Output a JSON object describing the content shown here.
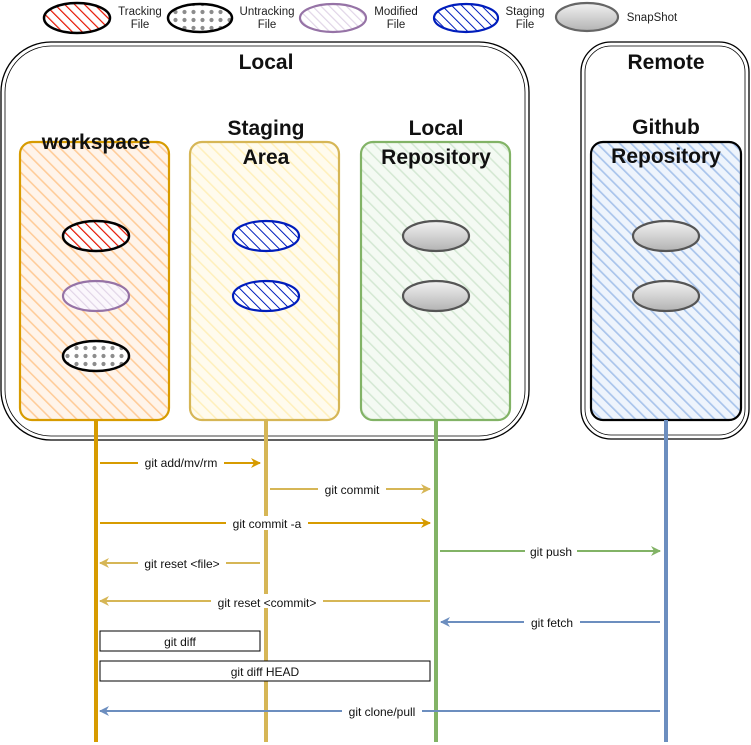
{
  "legend": {
    "tracking": [
      "Tracking",
      "File"
    ],
    "untracking": [
      "Untracking",
      "File"
    ],
    "modified": [
      "Modified",
      "File"
    ],
    "staging": [
      "Staging",
      "File"
    ],
    "snapshot": [
      "SnapShot"
    ]
  },
  "groups": {
    "local": "Local",
    "remote": "Remote"
  },
  "areas": {
    "workspace": [
      "workspace"
    ],
    "staging": [
      "Staging",
      "Area"
    ],
    "local_repo": [
      "Local",
      "Repository"
    ],
    "github_repo": [
      "Github",
      "Repository"
    ]
  },
  "operations": {
    "add": "git add/mv/rm",
    "commit": "git commit",
    "commit_a": "git commit -a",
    "push": "git push",
    "reset_file": "git reset <file>",
    "reset_commit": "git reset <commit>",
    "fetch": "git fetch",
    "diff": "git diff",
    "diff_head": "git diff HEAD",
    "clone_pull": "git clone/pull"
  },
  "colors": {
    "workspace": "#d79b00",
    "workspace_fill": "#ffd7b5",
    "staging": "#d6b656",
    "staging_fill": "#fff2cc",
    "local_repo": "#82b366",
    "local_repo_fill": "#d5e8d4",
    "remote": "#6c8ebf",
    "remote_fill": "#a9c4eb",
    "tracking": "#e51400",
    "modified": "#9673a6",
    "staging_file": "#001dbc",
    "snapshot": "#b3b3b3"
  }
}
